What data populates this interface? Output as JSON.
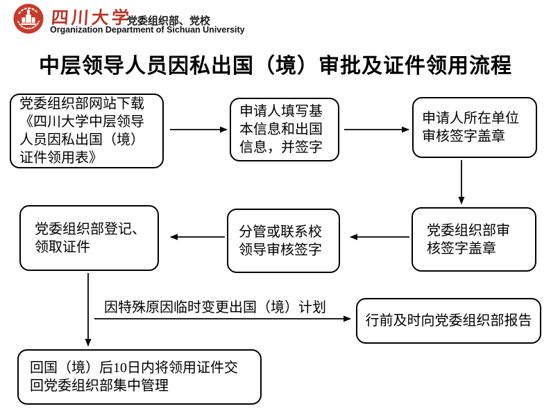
{
  "header": {
    "university_name": "四川大学",
    "department": "党委组织部、党校",
    "department_en": "Organization Department of Sichuan University"
  },
  "page_title": "中层领导人员因私出国（境）审批及证件领用流程",
  "flowchart": {
    "nodes": [
      {
        "id": "download-form",
        "text": "党委组织部网站下载《四川大学中层领导人员因私出国（境）证件领用表》"
      },
      {
        "id": "fill-info",
        "text": "申请人填写基本信息和出国信息，并签字"
      },
      {
        "id": "unit-review",
        "text": "申请人所在单位审核签字盖章"
      },
      {
        "id": "org-dept-review",
        "text": "党委组织部审核签字盖章"
      },
      {
        "id": "school-leader-review",
        "text": "分管或联系校领导审核签字"
      },
      {
        "id": "register-collect",
        "text": "党委组织部登记、领取证件"
      },
      {
        "id": "report-before-trip",
        "text": "行前及时向党委组织部报告"
      },
      {
        "id": "return-documents",
        "text": "回国（境）后10日内将领用证件交回党委组织部集中管理"
      }
    ],
    "edges": [
      {
        "from": "download-form",
        "to": "fill-info"
      },
      {
        "from": "fill-info",
        "to": "unit-review"
      },
      {
        "from": "unit-review",
        "to": "org-dept-review"
      },
      {
        "from": "org-dept-review",
        "to": "school-leader-review"
      },
      {
        "from": "school-leader-review",
        "to": "register-collect"
      },
      {
        "from": "register-collect",
        "to": "return-documents"
      },
      {
        "from": "register-collect",
        "to": "report-before-trip",
        "label": "因特殊原因临时变更出国（境）计划"
      }
    ],
    "branch_label": "因特殊原因临时变更出国（境）计划"
  },
  "colors": {
    "seal_red": "#c73b2a",
    "calligraphy_red": "#b5382c",
    "line_black": "#000000"
  }
}
